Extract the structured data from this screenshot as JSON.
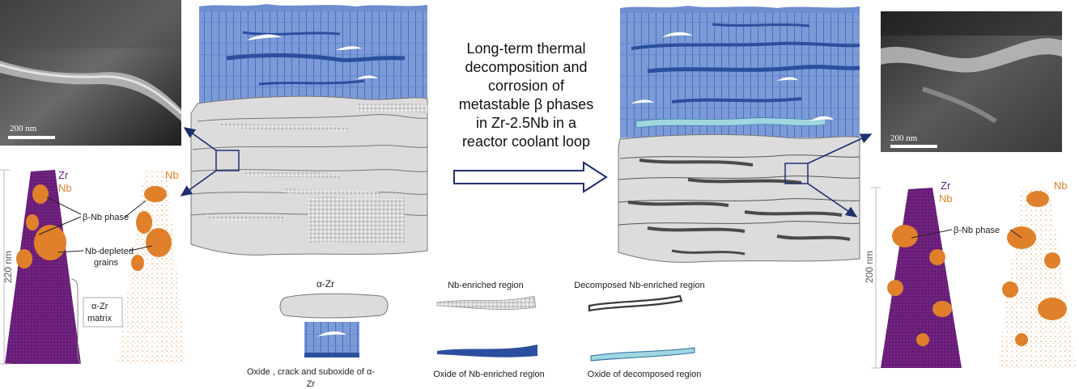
{
  "center_text": [
    "Long-term thermal",
    "decomposition and",
    "corrosion of",
    "metastable β phases",
    "in Zr-2.5Nb in a",
    "reactor coolant loop"
  ],
  "left": {
    "scale_bar": "200 nm",
    "apt_height": "220 nm",
    "label_zr": "Zr",
    "label_nb": "Nb",
    "label_nb_right": "Nb",
    "label_beta": "β-Nb phase",
    "label_depleted": [
      "Nb-depleted",
      "grains"
    ],
    "label_matrix": [
      "α-Zr",
      "matrix"
    ]
  },
  "right": {
    "scale_bar": "200 nm",
    "apt_height": "200 nm",
    "label_zr": "Zr",
    "label_nb": "Nb",
    "label_nb_right": "Nb",
    "label_beta": "β-Nb phase"
  },
  "legend": {
    "alpha_zr": "α-Zr",
    "nb_enriched": "Nb-enriched region",
    "decomposed": "Decomposed Nb-enriched region",
    "oxide_crack": [
      "Oxide , crack and suboxide of α-",
      "Zr"
    ],
    "oxide_nb": "Oxide of Nb-enriched region",
    "oxide_decomposed": "Oxide of decomposed region"
  },
  "colors": {
    "oxide_blue": "#7b9ad8",
    "oxide_dark": "#2b4f9e",
    "grain_gray": "#dcdcdc",
    "purple": "#6a1f7a",
    "orange": "#e0802a",
    "arrow_navy": "#1f2f6e"
  }
}
